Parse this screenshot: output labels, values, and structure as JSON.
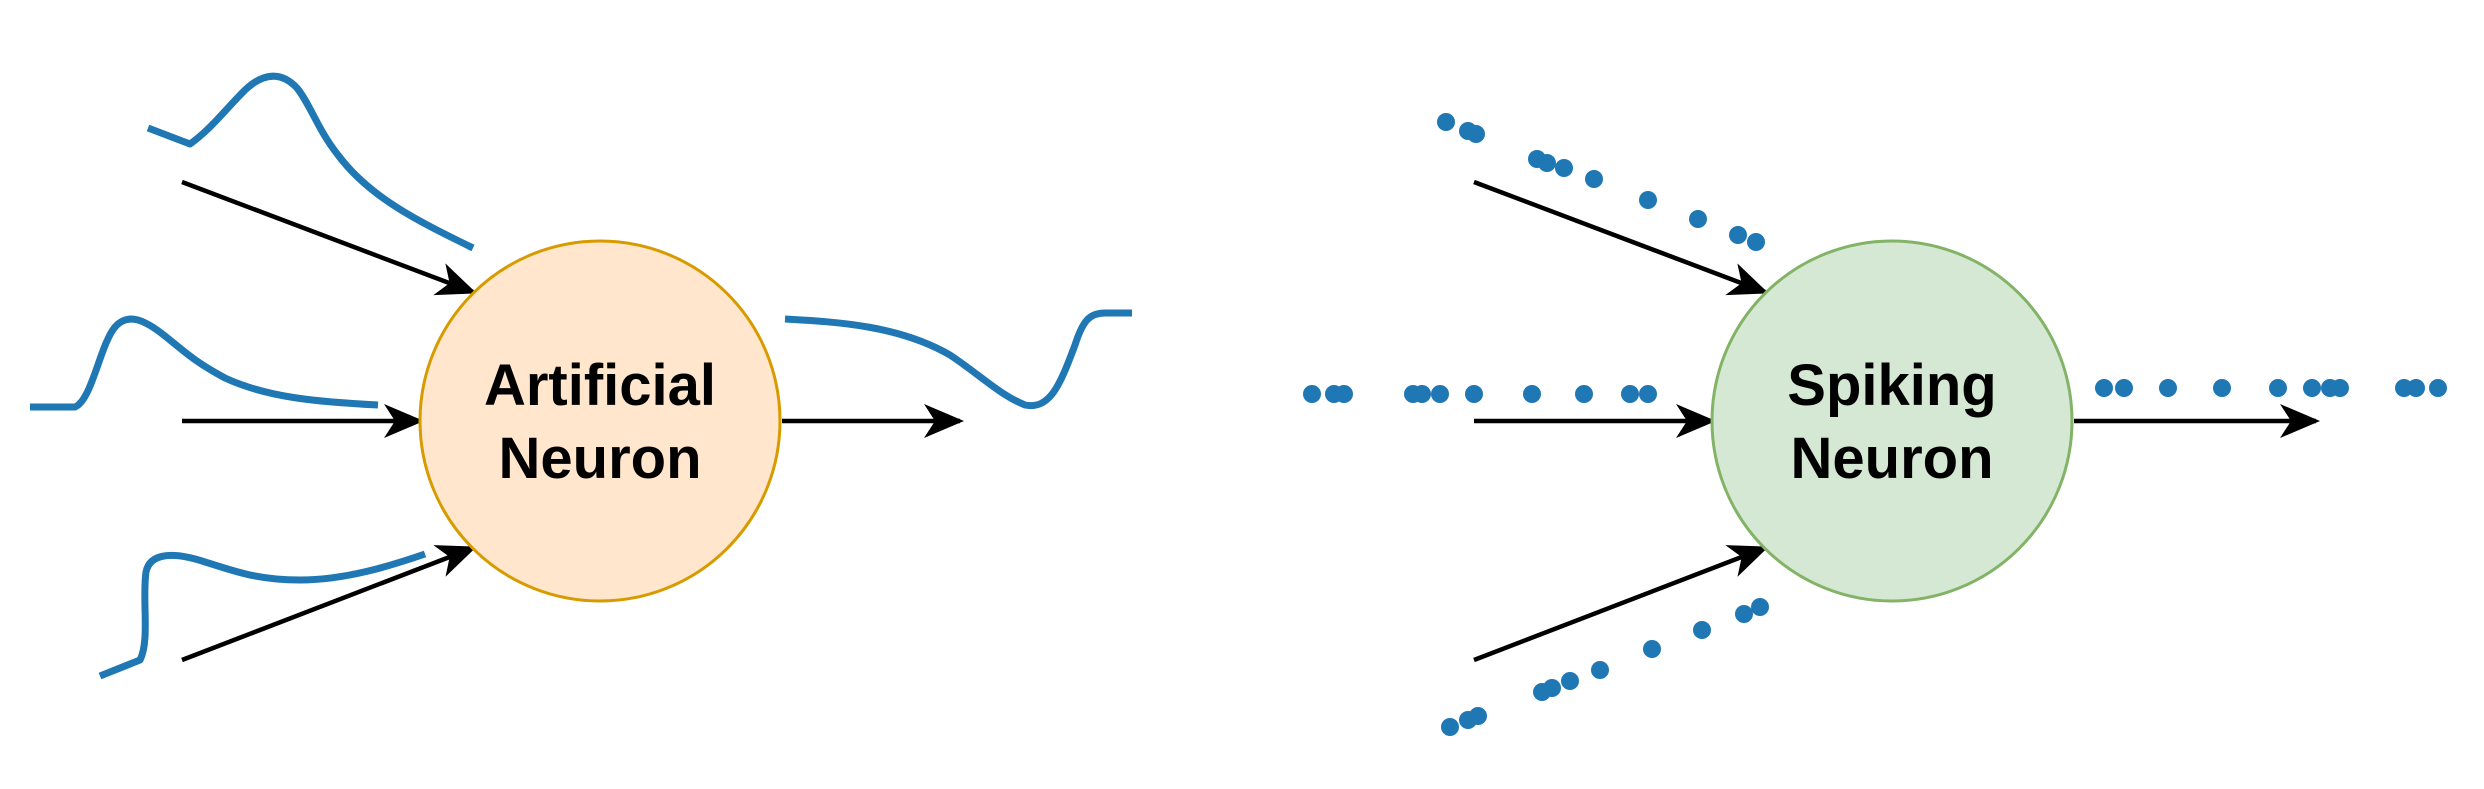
{
  "diagram": {
    "artificial": {
      "label_line1": "Artificial",
      "label_line2": "Neuron",
      "fill_color": "#ffe6cc",
      "stroke_color": "#d79b00"
    },
    "spiking": {
      "label_line1": "Spiking",
      "label_line2": "Neuron",
      "fill_color": "#d5e8d4",
      "stroke_color": "#82b366"
    },
    "arrow_color": "#000000",
    "signal_color": "#1f77b4"
  }
}
